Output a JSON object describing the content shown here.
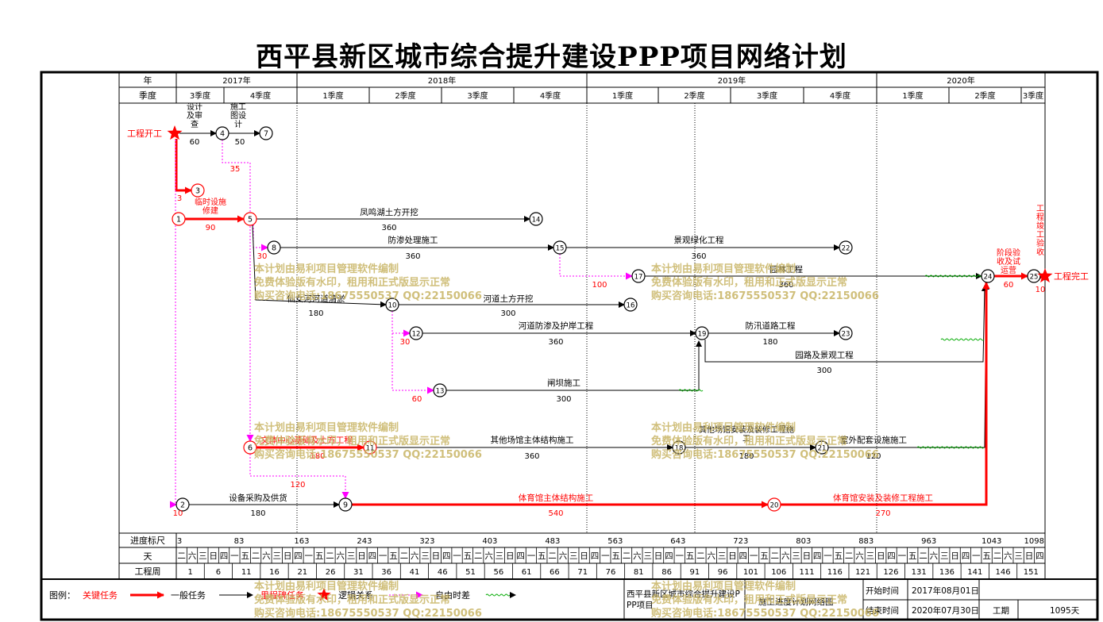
{
  "title": "西平县新区城市综合提升建设PPP项目网络计划",
  "chart_data": {
    "type": "network",
    "header": {
      "year_label": "年",
      "quarter_label": "季度",
      "years": [
        "2017年",
        "2018年",
        "2019年",
        "2020年"
      ],
      "quarters": [
        "3季度",
        "4季度",
        "1季度",
        "2季度",
        "3季度",
        "4季度",
        "1季度",
        "2季度",
        "3季度",
        "4季度",
        "1季度",
        "2季度",
        "3季度"
      ]
    },
    "scale": {
      "progress_label": "进度标尺",
      "day_label": "天",
      "week_label": "工程周",
      "marks": [
        3,
        83,
        163,
        243,
        323,
        403,
        483,
        563,
        643,
        723,
        803,
        883,
        963,
        1043,
        1098
      ],
      "weekdays": [
        "二",
        "六",
        "三",
        "日",
        "四",
        "一",
        "五",
        "二",
        "六",
        "三",
        "日",
        "四",
        "一",
        "五",
        "二",
        "六",
        "三",
        "日",
        "四",
        "一",
        "五",
        "二",
        "六",
        "三",
        "日",
        "四",
        "一",
        "五",
        "二",
        "六",
        "三",
        "日",
        "四",
        "一",
        "五",
        "二",
        "六",
        "三",
        "日",
        "四",
        "一",
        "五",
        "二",
        "六",
        "三",
        "日",
        "四",
        "一",
        "五",
        "二",
        "六",
        "三",
        "日",
        "四",
        "一",
        "五",
        "二",
        "六",
        "三",
        "日",
        "四",
        "一",
        "五",
        "二",
        "六",
        "三",
        "日",
        "四",
        "一",
        "五",
        "二",
        "六",
        "三",
        "日",
        "四",
        "一",
        "五",
        "二",
        "六",
        "三",
        "日",
        "四"
      ],
      "weeks": [
        1,
        6,
        11,
        16,
        21,
        26,
        31,
        36,
        41,
        46,
        51,
        56,
        61,
        66,
        71,
        76,
        81,
        86,
        91,
        96,
        101,
        106,
        111,
        116,
        121,
        126,
        131,
        136,
        141,
        146,
        151
      ]
    },
    "nodes": [
      {
        "id": "1",
        "label": "1",
        "color": "red"
      },
      {
        "id": "2",
        "label": "2",
        "color": "black"
      },
      {
        "id": "3",
        "label": "3",
        "color": "red"
      },
      {
        "id": "4",
        "label": "4",
        "color": "black"
      },
      {
        "id": "5",
        "label": "5",
        "color": "red"
      },
      {
        "id": "6",
        "label": "6",
        "color": "red"
      },
      {
        "id": "7",
        "label": "7",
        "color": "black"
      },
      {
        "id": "8",
        "label": "8",
        "color": "black"
      },
      {
        "id": "9",
        "label": "9",
        "color": "black"
      },
      {
        "id": "10",
        "label": "10",
        "color": "black"
      },
      {
        "id": "11",
        "label": "11",
        "color": "red"
      },
      {
        "id": "12",
        "label": "12",
        "color": "black"
      },
      {
        "id": "13",
        "label": "13",
        "color": "black"
      },
      {
        "id": "14",
        "label": "14",
        "color": "black"
      },
      {
        "id": "15",
        "label": "15",
        "color": "black"
      },
      {
        "id": "16",
        "label": "16",
        "color": "black"
      },
      {
        "id": "17",
        "label": "17",
        "color": "black"
      },
      {
        "id": "18",
        "label": "18",
        "color": "black"
      },
      {
        "id": "19",
        "label": "19",
        "color": "black"
      },
      {
        "id": "20",
        "label": "20",
        "color": "red"
      },
      {
        "id": "21",
        "label": "21",
        "color": "black"
      },
      {
        "id": "22",
        "label": "22",
        "color": "black"
      },
      {
        "id": "23",
        "label": "23",
        "color": "black"
      },
      {
        "id": "24",
        "label": "24",
        "color": "black"
      },
      {
        "id": "25",
        "label": "25",
        "color": "black"
      }
    ],
    "tasks": [
      {
        "name": "设计及审查",
        "duration": "60",
        "from": "start",
        "to": "4",
        "type": "general"
      },
      {
        "name": "施工图设计",
        "duration": "50",
        "from": "4",
        "to": "7",
        "type": "general"
      },
      {
        "name": "",
        "duration": "35",
        "from": "4",
        "to": "6",
        "type": "logic"
      },
      {
        "name": "",
        "duration": "3",
        "from": "start",
        "to": "3",
        "type": "critical"
      },
      {
        "name": "临时设施修建",
        "duration": "90",
        "from": "1",
        "to": "5",
        "type": "critical"
      },
      {
        "name": "凤鸣湖土方开挖",
        "duration": "360",
        "from": "5",
        "to": "14",
        "type": "general"
      },
      {
        "name": "防渗处理施工",
        "duration": "360",
        "from": "8",
        "to": "15",
        "type": "general"
      },
      {
        "name": "景观绿化工程",
        "duration": "360",
        "from": "15",
        "to": "22",
        "type": "general"
      },
      {
        "name": "",
        "duration": "30",
        "from": "5",
        "to": "8",
        "type": "logic"
      },
      {
        "name": "",
        "duration": "100",
        "from": "15",
        "to": "17",
        "type": "logic"
      },
      {
        "name": "园林工程",
        "duration": "360",
        "from": "17",
        "to": "24",
        "type": "general"
      },
      {
        "name": "仙女河河道清淤",
        "duration": "180",
        "from": "5",
        "to": "10",
        "type": "general"
      },
      {
        "name": "河道土方开挖",
        "duration": "300",
        "from": "10",
        "to": "16",
        "type": "general"
      },
      {
        "name": "河道防渗及护岸工程",
        "duration": "360",
        "from": "12",
        "to": "19",
        "type": "general"
      },
      {
        "name": "",
        "duration": "30",
        "from": "10",
        "to": "12",
        "type": "logic"
      },
      {
        "name": "防汛道路工程",
        "duration": "180",
        "from": "19",
        "to": "23",
        "type": "general"
      },
      {
        "name": "园路及景观工程",
        "duration": "300",
        "from": "19",
        "to": "24",
        "type": "general"
      },
      {
        "name": "闸坝施工",
        "duration": "300",
        "from": "13",
        "to": "19",
        "type": "general"
      },
      {
        "name": "",
        "duration": "60",
        "from": "10",
        "to": "13",
        "type": "logic"
      },
      {
        "name": "文体中心基础及土方工程",
        "duration": "180",
        "from": "6",
        "to": "11",
        "type": "critical"
      },
      {
        "name": "其他场馆主体结构施工",
        "duration": "360",
        "from": "11",
        "to": "18",
        "type": "general"
      },
      {
        "name": "其他场馆安装及装修工程施工",
        "duration": "180",
        "from": "18",
        "to": "21",
        "type": "general"
      },
      {
        "name": "室外配套设施施工",
        "duration": "120",
        "from": "21",
        "to": "24",
        "type": "general"
      },
      {
        "name": "",
        "duration": "120",
        "from": "5",
        "to": "9",
        "type": "logic"
      },
      {
        "name": "设备采购及供货",
        "duration": "180",
        "from": "2",
        "to": "9",
        "type": "general"
      },
      {
        "name": "",
        "duration": "10",
        "from": "start",
        "to": "2",
        "type": "logic"
      },
      {
        "name": "体育馆主体结构施工",
        "duration": "540",
        "from": "9",
        "to": "20",
        "type": "critical"
      },
      {
        "name": "体育馆安装及装修工程施工",
        "duration": "270",
        "from": "20",
        "to": "24",
        "type": "critical"
      },
      {
        "name": "阶段验收及试运营",
        "duration": "60",
        "from": "24",
        "to": "25",
        "type": "critical"
      },
      {
        "name": "工程竣工验收",
        "duration": "10",
        "from": "25",
        "to": "end",
        "type": "critical"
      }
    ],
    "milestones": {
      "start": "工程开工",
      "end": "工程完工"
    },
    "watermark": [
      "本计划由易利项目管理软件编制",
      "免费体验版有水印，租用和正式版显示正常",
      "购买咨询电话:18675550537 QQ:22150066"
    ],
    "legend": {
      "label": "图例：",
      "items": [
        "关键任务",
        "一般任务",
        "里程碑任务",
        "逻辑关系",
        "自由时差"
      ]
    },
    "info": {
      "project_name": "西平县新区城市综合提升建设PPP项目",
      "plan_name": "施工进度计划网络图",
      "start_label": "开始时间",
      "start_value": "2017年08月01日",
      "end_label": "结束时间",
      "end_value": "2020年07月30日",
      "duration_label": "工期",
      "duration_value": "1095天"
    },
    "colors": {
      "critical": "#ff0000",
      "general": "#000000",
      "logic": "#ff00ff",
      "float": "#00aa00",
      "watermark": "#c8b464"
    }
  }
}
